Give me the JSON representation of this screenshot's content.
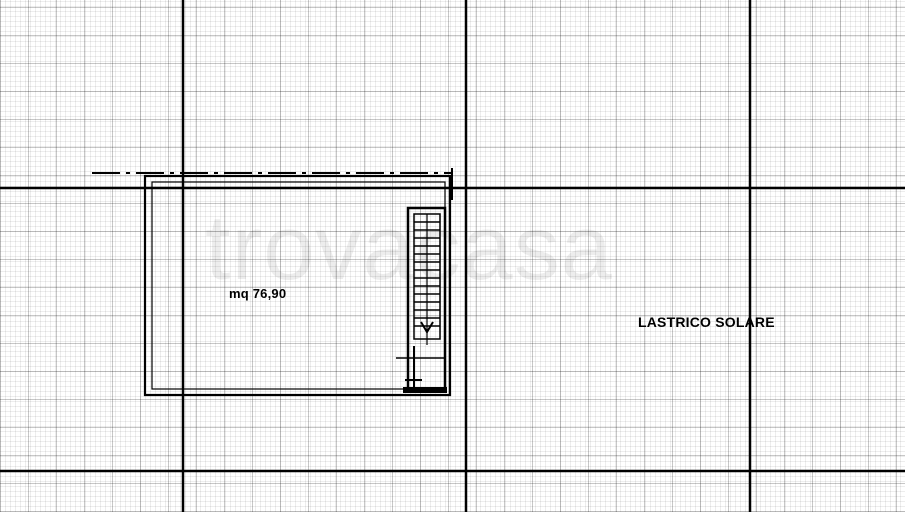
{
  "plan": {
    "area_label": "mq 76,90",
    "roof_label": "LASTRICO SOLARE"
  },
  "watermark": {
    "text": "trovacasa"
  }
}
